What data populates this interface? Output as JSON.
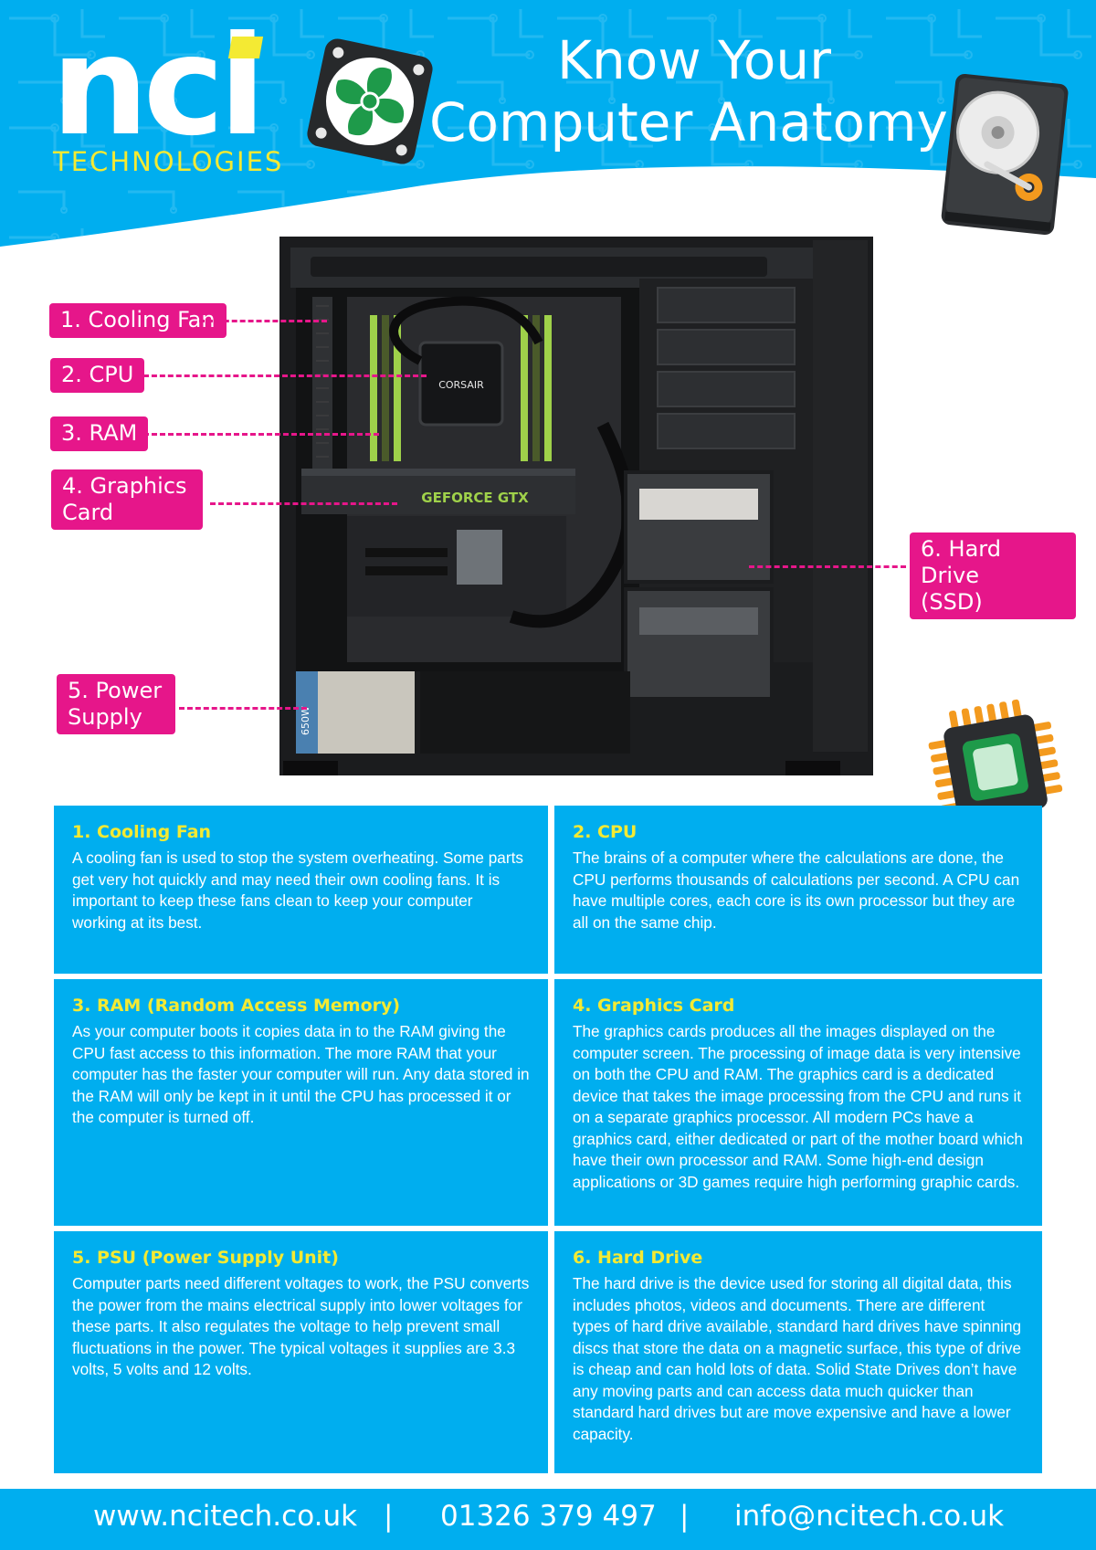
{
  "brand": {
    "logo_text": "nci",
    "logo_subtext": "TECHNOLOGIES",
    "colors": {
      "primary_blue": "#00aeef",
      "accent_yellow": "#f4ea33",
      "label_pink": "#e6168a"
    }
  },
  "header": {
    "title_line1": "Know Your",
    "title_line2": "Computer Anatomy!"
  },
  "labels": [
    {
      "text": "1. Cooling Fan"
    },
    {
      "text": "2. CPU"
    },
    {
      "text": "3. RAM"
    },
    {
      "text_line1": "4. Graphics",
      "text_line2": "Card"
    },
    {
      "text_line1": "5. Power",
      "text_line2": "Supply"
    },
    {
      "text_line1": "6. Hard Drive",
      "text_line2": "(SSD)"
    }
  ],
  "photo": {
    "gpu_text": "GEFORCE GTX",
    "cpu_cooler_text": "CORSAIR",
    "psu_text": "650W"
  },
  "sections": [
    {
      "heading": "1. Cooling Fan",
      "body": "A cooling fan is used to stop the system overheating. Some parts get very hot quickly and may need their own cooling fans. It is important to keep these fans clean to keep your computer working at its best."
    },
    {
      "heading": "2. CPU",
      "body": "The brains of a computer where the calculations are done, the CPU performs thousands of calculations per second. A CPU can have multiple cores, each core is its own processor but they are all on the same chip."
    },
    {
      "heading": "3. RAM (Random Access Memory)",
      "body": "As your computer boots it copies data in to the RAM giving the CPU fast access to this information. The more RAM that your computer has the faster your computer will run. Any data stored in the RAM will only be kept in it until the CPU has processed it or the computer is turned off."
    },
    {
      "heading": "4. Graphics Card",
      "body": "The graphics cards produces all the images displayed on the computer screen.  The processing of image data is very intensive on both the CPU and RAM.  The graphics card is a dedicated device that takes the image processing from the CPU and runs it on a separate graphics processor. All modern PCs have a graphics card, either dedicated or part of the mother board which have their own processor and RAM.  Some high-end design applications or 3D games require high performing graphic cards."
    },
    {
      "heading": "5. PSU (Power Supply Unit)",
      "body": "Computer parts need different voltages to work, the PSU converts the power from the mains electrical supply into lower voltages for these parts.  It also regulates the voltage to help prevent small fluctuations in the power. The typical voltages it supplies are 3.3 volts, 5 volts and 12 volts."
    },
    {
      "heading": "6. Hard Drive",
      "body": "The hard drive is the device used for storing all digital data, this includes photos, videos and documents. There are different types of hard drive available, standard hard drives have spinning discs that store the data on a magnetic surface, this type of drive is cheap and can hold lots of data.  Solid State Drives don’t have any moving parts and can access data much quicker than standard hard drives but are move expensive and have a lower capacity."
    }
  ],
  "footer": {
    "website": "www.ncitech.co.uk",
    "separator": "|",
    "phone": "01326 379 497",
    "email": "info@ncitech.co.uk"
  },
  "icons": [
    "fan-icon",
    "hard-drive-icon",
    "cpu-chip-icon"
  ]
}
